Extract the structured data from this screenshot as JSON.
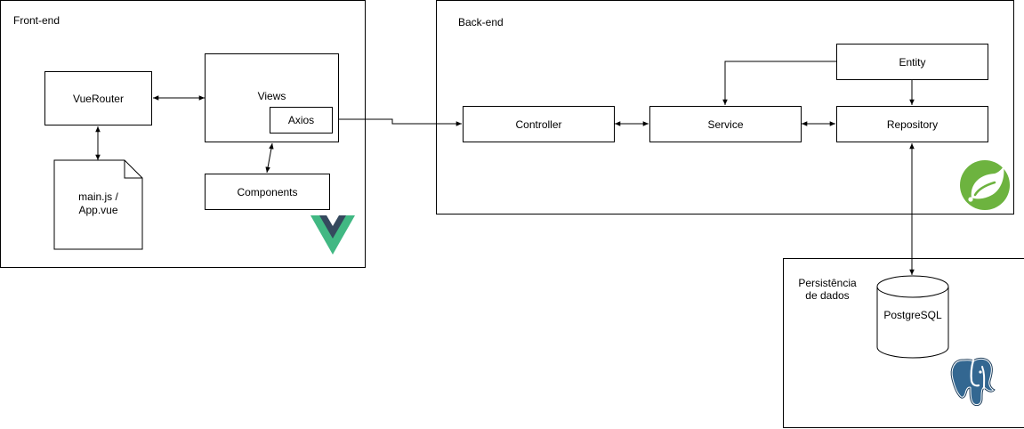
{
  "groups": {
    "frontend": "Front-end",
    "backend": "Back-end",
    "persistence": "Persistência\nde dados"
  },
  "nodes": {
    "vuerouter": "VueRouter",
    "views": "Views",
    "axios": "Axios",
    "mainjs": "main.js /\nApp.vue",
    "components": "Components",
    "controller": "Controller",
    "service": "Service",
    "repository": "Repository",
    "entity": "Entity",
    "postgres": "PostgreSQL"
  },
  "logos": {
    "vue": "vue-logo",
    "spring": "spring-logo",
    "postgres": "postgresql-elephant-logo"
  },
  "colors": {
    "vue_green": "#41B883",
    "vue_dark": "#35495E",
    "spring_green": "#6DB33F",
    "postgres_blue": "#336791"
  }
}
